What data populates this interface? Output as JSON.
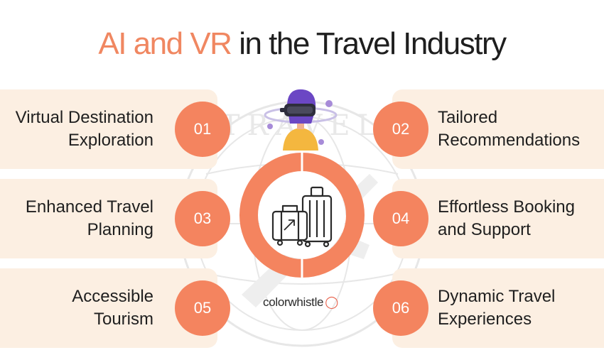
{
  "title": {
    "accent": "AI and VR",
    "rest": "in the Travel Industry"
  },
  "colors": {
    "accent": "#f4845f",
    "card": "#fcefe2",
    "ring": "#f4845f",
    "text": "#1f1f1f"
  },
  "items": [
    {
      "number": "01",
      "line1": "Virtual Destination",
      "line2": "Exploration"
    },
    {
      "number": "02",
      "line1": "Tailored",
      "line2": "Recommendations"
    },
    {
      "number": "03",
      "line1": "Enhanced Travel",
      "line2": "Planning"
    },
    {
      "number": "04",
      "line1": "Effortless Booking",
      "line2": "and Support"
    },
    {
      "number": "05",
      "line1": "Accessible",
      "line2": "Tourism"
    },
    {
      "number": "06",
      "line1": "Dynamic Travel",
      "line2": "Experiences"
    }
  ],
  "center": {
    "icon": "luggage-icon",
    "top_icon": "vr-headset-person-icon"
  },
  "watermark": {
    "text": "TRAVEL",
    "icon": "globe-airplane-icon"
  },
  "logo": {
    "text": "colorwhistle",
    "icon": "whistle-icon"
  }
}
